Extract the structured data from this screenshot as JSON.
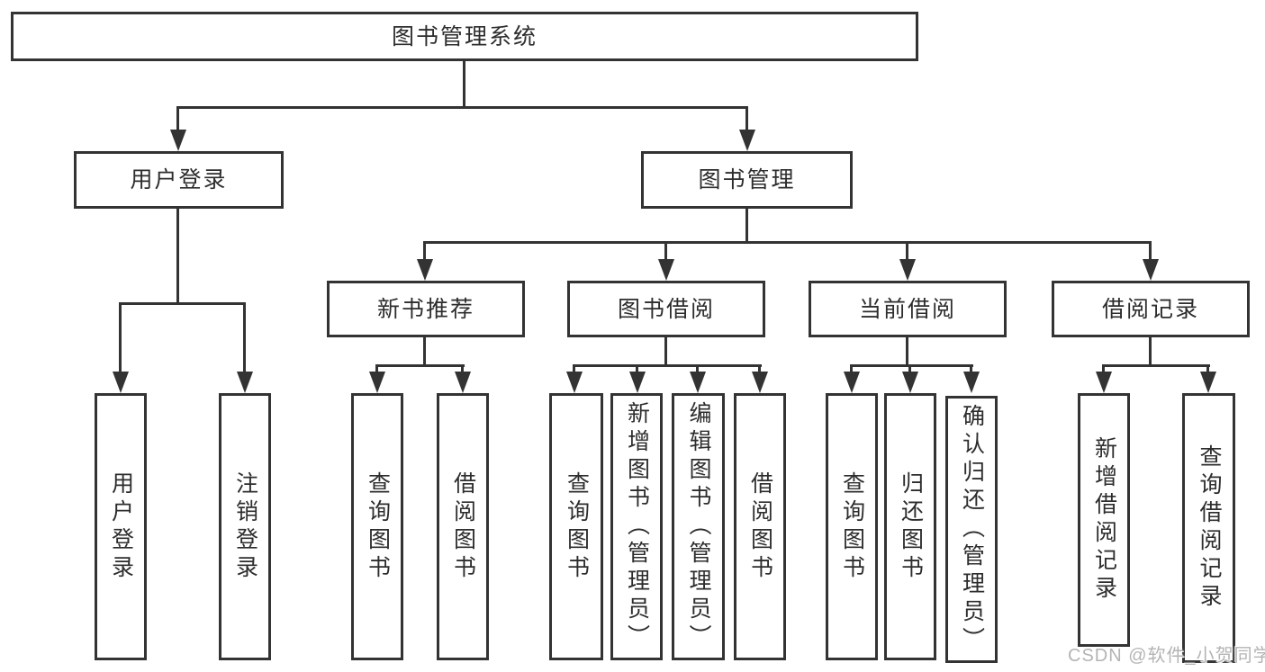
{
  "title": {
    "label": "图书管理系统"
  },
  "branches": {
    "user_login": {
      "label": "用户登录",
      "children": [
        "用户登录",
        "注销登录"
      ]
    },
    "book_management": {
      "label": "图书管理",
      "sections": {
        "new_book_recommend": {
          "label": "新书推荐",
          "children": [
            "查询图书",
            "借阅图书"
          ]
        },
        "book_borrowing": {
          "label": "图书借阅",
          "children": [
            "查询图书",
            "新增图书（管理员）",
            "编辑图书（管理员）",
            "借阅图书"
          ]
        },
        "current_borrowing": {
          "label": "当前借阅",
          "children": [
            "查询图书",
            "归还图书",
            "确认归还（管理员）"
          ]
        },
        "borrowing_records": {
          "label": "借阅记录",
          "children": [
            "新增借阅记录",
            "查询借阅记录"
          ]
        }
      }
    }
  },
  "watermark": {
    "text": "CSDN @软件_小贺同学"
  },
  "colors": {
    "line": "#333333",
    "text": "#2d2d2d",
    "watermark": "#b4b4b4",
    "background": "#ffffff"
  }
}
